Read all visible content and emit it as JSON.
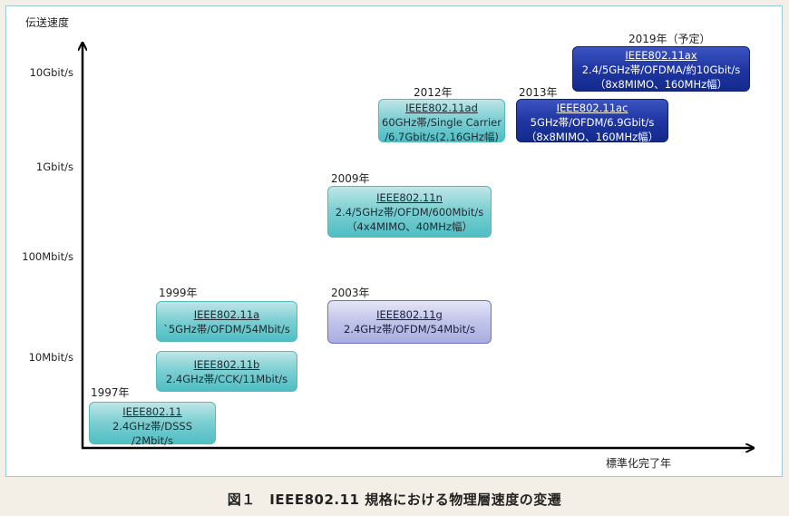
{
  "colors": {
    "teal": "#4ebec3",
    "lavender": "#c1c3ea",
    "navy": "#1f36a3",
    "frame": "#9ccbd8"
  },
  "y_axis_label": "伝送速度",
  "x_axis_label": "標準化完了年",
  "y_ticks": [
    "10Gbit/s",
    "1Gbit/s",
    "100Mbit/s",
    "10Mbit/s"
  ],
  "standards": [
    {
      "year": "1997年",
      "name": "IEEE802.11",
      "lines": [
        "2.4GHz帯/DSSS",
        "/2Mbit/s"
      ]
    },
    {
      "year": "",
      "name": "IEEE802.11b",
      "lines": [
        "2.4GHz帯/CCK/11Mbit/s"
      ]
    },
    {
      "year": "1999年",
      "name": "IEEE802.11a",
      "lines": [
        "`5GHz帯/OFDM/54Mbit/s"
      ]
    },
    {
      "year": "2003年",
      "name": "IEEE802.11g",
      "lines": [
        "2.4GHz帯/OFDM/54Mbit/s"
      ]
    },
    {
      "year": "2009年",
      "name": "IEEE802.11n",
      "lines": [
        "2.4/5GHz帯/OFDM/600Mbit/s",
        "（4x4MIMO、40MHz幅）"
      ]
    },
    {
      "year": "2012年",
      "name": "IEEE802.11ad",
      "lines": [
        "60GHz帯/Single Carrier",
        "/6.7Gbit/s(2.16GHz幅)"
      ]
    },
    {
      "year": "2013年",
      "name": "IEEE802.11ac",
      "lines": [
        "5GHz帯/OFDM/6.9Gbit/s",
        "（8x8MIMO、160MHz幅）"
      ]
    },
    {
      "year": "2019年（予定）",
      "name": "IEEE802.11ax",
      "lines": [
        "2.4/5GHz帯/OFDMA/約10Gbit/s",
        "（8x8MIMO、160MHz幅）"
      ]
    }
  ],
  "caption": "図１　IEEE802.11 規格における物理層速度の変遷"
}
